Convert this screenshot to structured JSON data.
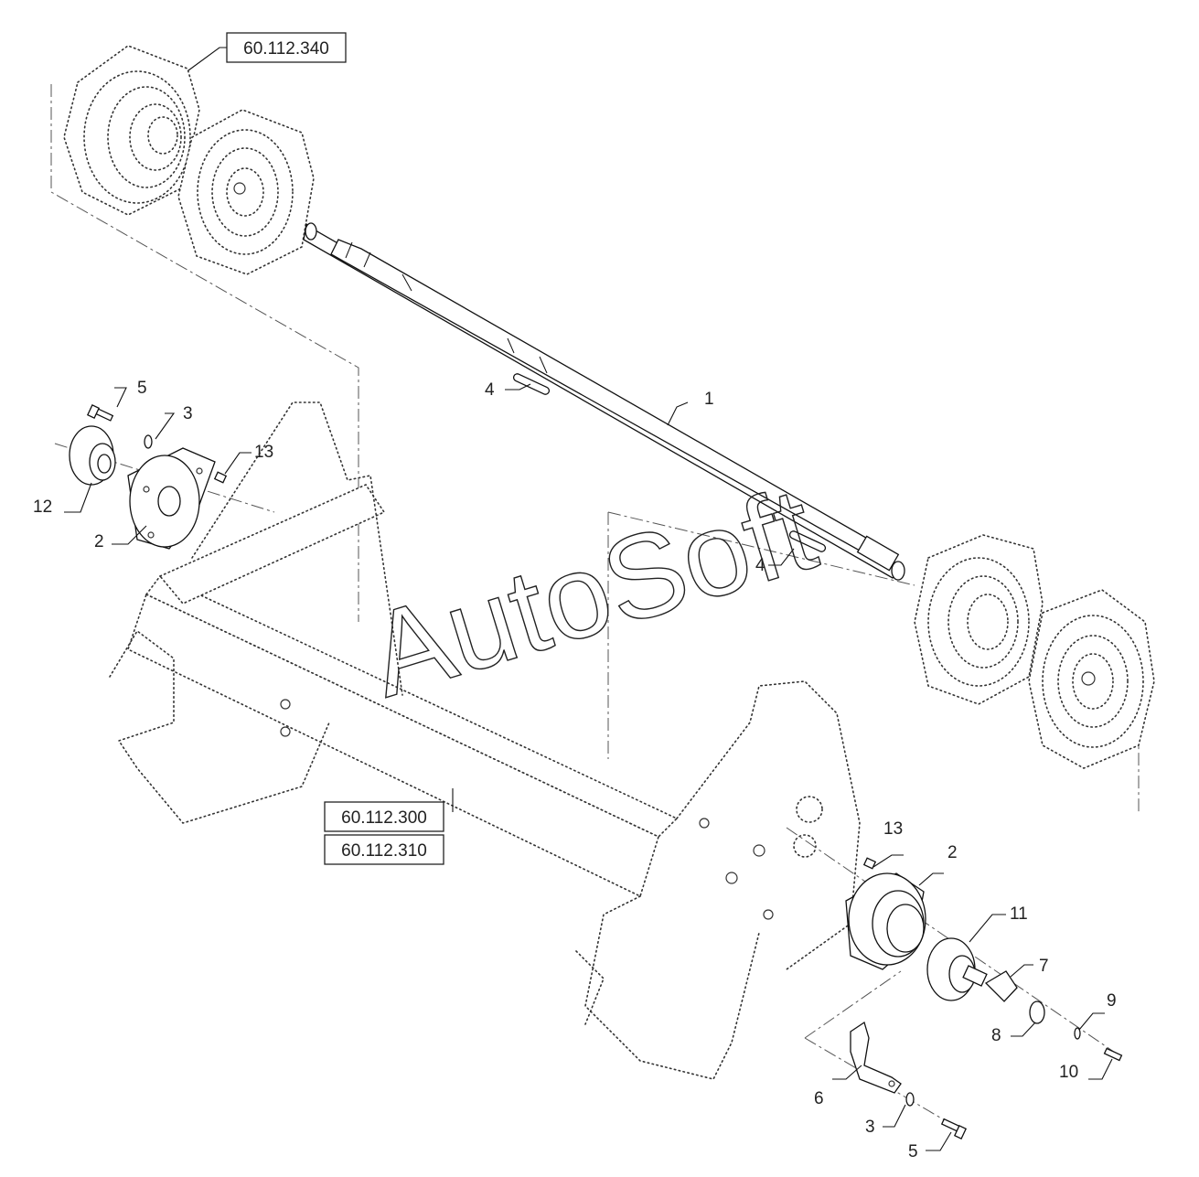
{
  "references": {
    "drive_housing_top": "60.112.340",
    "frame_a": "60.112.300",
    "frame_b": "60.112.310"
  },
  "callouts": {
    "shaft": "1",
    "bearing_housing_left": "2",
    "bearing_housing_right": "2",
    "washer_left": "3",
    "washer_lower": "3",
    "key_left": "4",
    "key_right": "4",
    "bolt_left": "5",
    "bolt_lower": "5",
    "bracket": "6",
    "clip": "7",
    "washer_8": "8",
    "washer_9": "9",
    "bolt_10": "10",
    "bearing_right": "11",
    "bearing_left": "12",
    "fitting_left": "13",
    "fitting_right": "13"
  },
  "watermark": "AutoSoft"
}
